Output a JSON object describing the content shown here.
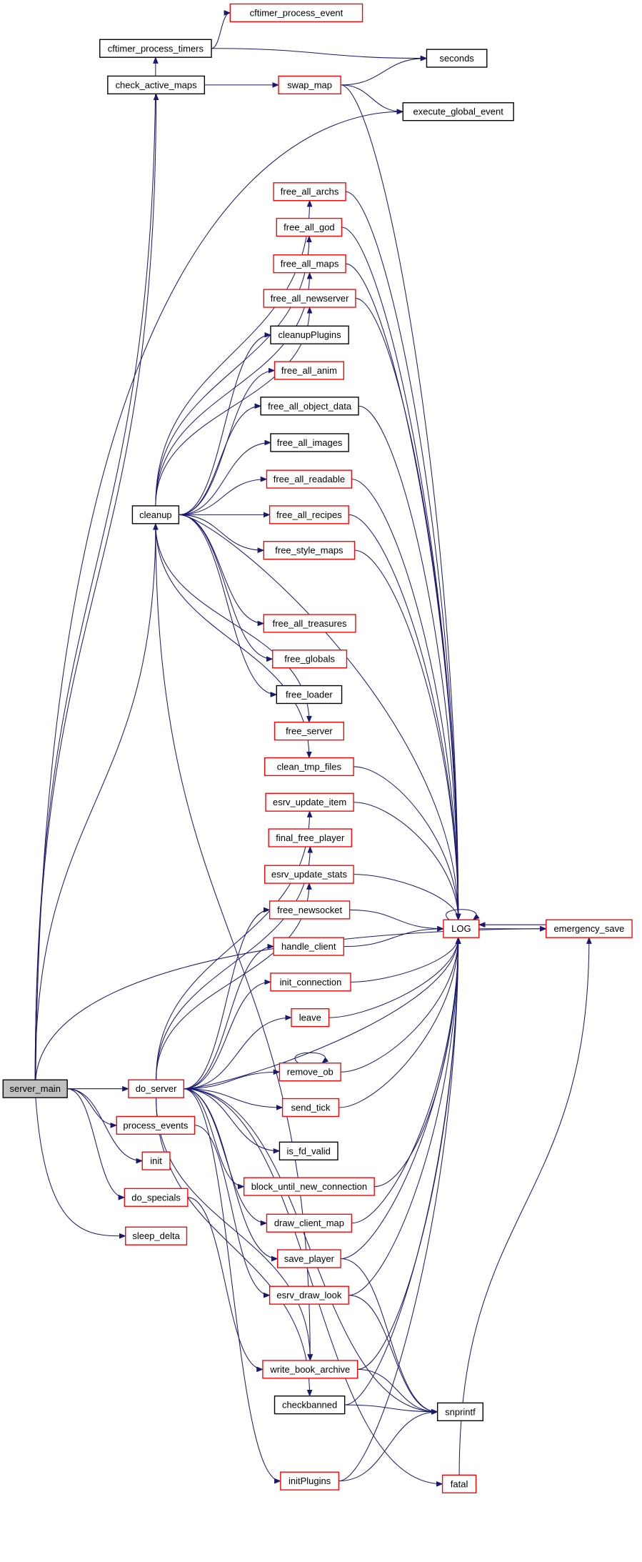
{
  "colors": {
    "edge": "#191970",
    "link_border": "#ff0000",
    "plain_border": "#000000",
    "root_fill": "#bfbfbf"
  },
  "nodes": {
    "cftimer_process_event": {
      "label": "cftimer_process_event",
      "style": "red"
    },
    "cftimer_process_timers": {
      "label": "cftimer_process_timers",
      "style": "black"
    },
    "seconds": {
      "label": "seconds",
      "style": "black"
    },
    "check_active_maps": {
      "label": "check_active_maps",
      "style": "black"
    },
    "swap_map": {
      "label": "swap_map",
      "style": "red"
    },
    "execute_global_event": {
      "label": "execute_global_event",
      "style": "black"
    },
    "free_all_archs": {
      "label": "free_all_archs",
      "style": "red"
    },
    "free_all_god": {
      "label": "free_all_god",
      "style": "red"
    },
    "free_all_maps": {
      "label": "free_all_maps",
      "style": "red"
    },
    "free_all_newserver": {
      "label": "free_all_newserver",
      "style": "red"
    },
    "cleanupPlugins": {
      "label": "cleanupPlugins",
      "style": "black"
    },
    "free_all_anim": {
      "label": "free_all_anim",
      "style": "red"
    },
    "free_all_object_data": {
      "label": "free_all_object_data",
      "style": "black"
    },
    "free_all_images": {
      "label": "free_all_images",
      "style": "black"
    },
    "free_all_readable": {
      "label": "free_all_readable",
      "style": "red"
    },
    "free_all_recipes": {
      "label": "free_all_recipes",
      "style": "red"
    },
    "free_style_maps": {
      "label": "free_style_maps",
      "style": "red"
    },
    "cleanup": {
      "label": "cleanup",
      "style": "black"
    },
    "free_all_treasures": {
      "label": "free_all_treasures",
      "style": "red"
    },
    "free_globals": {
      "label": "free_globals",
      "style": "red"
    },
    "free_loader": {
      "label": "free_loader",
      "style": "black"
    },
    "free_server": {
      "label": "free_server",
      "style": "red"
    },
    "clean_tmp_files": {
      "label": "clean_tmp_files",
      "style": "red"
    },
    "esrv_update_item": {
      "label": "esrv_update_item",
      "style": "red"
    },
    "final_free_player": {
      "label": "final_free_player",
      "style": "red"
    },
    "esrv_update_stats": {
      "label": "esrv_update_stats",
      "style": "red"
    },
    "free_newsocket": {
      "label": "free_newsocket",
      "style": "red"
    },
    "handle_client": {
      "label": "handle_client",
      "style": "red"
    },
    "init_connection": {
      "label": "init_connection",
      "style": "red"
    },
    "leave": {
      "label": "leave",
      "style": "red"
    },
    "remove_ob": {
      "label": "remove_ob",
      "style": "red"
    },
    "send_tick": {
      "label": "send_tick",
      "style": "red"
    },
    "is_fd_valid": {
      "label": "is_fd_valid",
      "style": "black"
    },
    "block_until_new_connection": {
      "label": "block_until_new_connection",
      "style": "red"
    },
    "draw_client_map": {
      "label": "draw_client_map",
      "style": "red"
    },
    "save_player": {
      "label": "save_player",
      "style": "red"
    },
    "esrv_draw_look": {
      "label": "esrv_draw_look",
      "style": "red"
    },
    "write_book_archive": {
      "label": "write_book_archive",
      "style": "red"
    },
    "checkbanned": {
      "label": "checkbanned",
      "style": "black"
    },
    "initPlugins": {
      "label": "initPlugins",
      "style": "red"
    },
    "server_main": {
      "label": "server_main",
      "style": "gray"
    },
    "do_server": {
      "label": "do_server",
      "style": "red"
    },
    "process_events": {
      "label": "process_events",
      "style": "red"
    },
    "init": {
      "label": "init",
      "style": "red"
    },
    "do_specials": {
      "label": "do_specials",
      "style": "red"
    },
    "sleep_delta": {
      "label": "sleep_delta",
      "style": "red"
    },
    "LOG": {
      "label": "LOG",
      "style": "red"
    },
    "emergency_save": {
      "label": "emergency_save",
      "style": "red"
    },
    "snprintf": {
      "label": "snprintf",
      "style": "black"
    },
    "fatal": {
      "label": "fatal",
      "style": "red"
    }
  },
  "edges": [
    [
      "server_main",
      "cftimer_process_timers"
    ],
    [
      "server_main",
      "check_active_maps"
    ],
    [
      "server_main",
      "execute_global_event"
    ],
    [
      "server_main",
      "cleanup"
    ],
    [
      "server_main",
      "do_server"
    ],
    [
      "server_main",
      "process_events"
    ],
    [
      "server_main",
      "init"
    ],
    [
      "server_main",
      "do_specials"
    ],
    [
      "server_main",
      "sleep_delta"
    ],
    [
      "server_main",
      "emergency_save"
    ],
    [
      "cftimer_process_timers",
      "cftimer_process_event"
    ],
    [
      "cftimer_process_timers",
      "seconds"
    ],
    [
      "check_active_maps",
      "swap_map"
    ],
    [
      "swap_map",
      "seconds"
    ],
    [
      "swap_map",
      "execute_global_event"
    ],
    [
      "swap_map",
      "LOG"
    ],
    [
      "cleanup",
      "free_all_archs"
    ],
    [
      "cleanup",
      "free_all_god"
    ],
    [
      "cleanup",
      "free_all_maps"
    ],
    [
      "cleanup",
      "free_all_newserver"
    ],
    [
      "cleanup",
      "cleanupPlugins"
    ],
    [
      "cleanup",
      "free_all_anim"
    ],
    [
      "cleanup",
      "free_all_object_data"
    ],
    [
      "cleanup",
      "free_all_images"
    ],
    [
      "cleanup",
      "free_all_readable"
    ],
    [
      "cleanup",
      "free_all_recipes"
    ],
    [
      "cleanup",
      "free_style_maps"
    ],
    [
      "cleanup",
      "LOG"
    ],
    [
      "cleanup",
      "free_all_treasures"
    ],
    [
      "cleanup",
      "free_globals"
    ],
    [
      "cleanup",
      "free_loader"
    ],
    [
      "cleanup",
      "free_server"
    ],
    [
      "cleanup",
      "clean_tmp_files"
    ],
    [
      "cleanup",
      "write_book_archive"
    ],
    [
      "free_all_archs",
      "LOG"
    ],
    [
      "free_all_god",
      "LOG"
    ],
    [
      "free_all_maps",
      "LOG"
    ],
    [
      "free_all_newserver",
      "LOG"
    ],
    [
      "free_all_object_data",
      "LOG"
    ],
    [
      "free_all_readable",
      "LOG"
    ],
    [
      "free_all_recipes",
      "LOG"
    ],
    [
      "free_style_maps",
      "LOG"
    ],
    [
      "clean_tmp_files",
      "LOG"
    ],
    [
      "do_server",
      "esrv_update_item"
    ],
    [
      "do_server",
      "final_free_player"
    ],
    [
      "do_server",
      "esrv_update_stats"
    ],
    [
      "do_server",
      "free_newsocket"
    ],
    [
      "do_server",
      "handle_client"
    ],
    [
      "do_server",
      "init_connection"
    ],
    [
      "do_server",
      "leave"
    ],
    [
      "do_server",
      "remove_ob"
    ],
    [
      "do_server",
      "send_tick"
    ],
    [
      "do_server",
      "LOG"
    ],
    [
      "do_server",
      "is_fd_valid"
    ],
    [
      "do_server",
      "block_until_new_connection"
    ],
    [
      "do_server",
      "draw_client_map"
    ],
    [
      "do_server",
      "save_player"
    ],
    [
      "do_server",
      "write_book_archive"
    ],
    [
      "do_server",
      "checkbanned"
    ],
    [
      "do_server",
      "snprintf"
    ],
    [
      "do_server",
      "initPlugins"
    ],
    [
      "do_server",
      "fatal"
    ],
    [
      "process_events",
      "esrv_draw_look"
    ],
    [
      "do_specials",
      "write_book_archive"
    ],
    [
      "esrv_update_item",
      "LOG"
    ],
    [
      "esrv_update_stats",
      "LOG"
    ],
    [
      "free_newsocket",
      "LOG"
    ],
    [
      "handle_client",
      "LOG"
    ],
    [
      "init_connection",
      "LOG"
    ],
    [
      "leave",
      "LOG"
    ],
    [
      "remove_ob",
      "LOG"
    ],
    [
      "send_tick",
      "LOG"
    ],
    [
      "block_until_new_connection",
      "LOG"
    ],
    [
      "draw_client_map",
      "LOG"
    ],
    [
      "save_player",
      "LOG"
    ],
    [
      "esrv_draw_look",
      "LOG"
    ],
    [
      "write_book_archive",
      "LOG"
    ],
    [
      "checkbanned",
      "LOG"
    ],
    [
      "initPlugins",
      "LOG"
    ],
    [
      "save_player",
      "snprintf"
    ],
    [
      "esrv_draw_look",
      "snprintf"
    ],
    [
      "write_book_archive",
      "snprintf"
    ],
    [
      "checkbanned",
      "snprintf"
    ],
    [
      "initPlugins",
      "snprintf"
    ],
    [
      "LOG",
      "LOG"
    ],
    [
      "remove_ob",
      "remove_ob"
    ],
    [
      "LOG",
      "emergency_save"
    ],
    [
      "emergency_save",
      "LOG"
    ],
    [
      "fatal",
      "emergency_save"
    ]
  ]
}
